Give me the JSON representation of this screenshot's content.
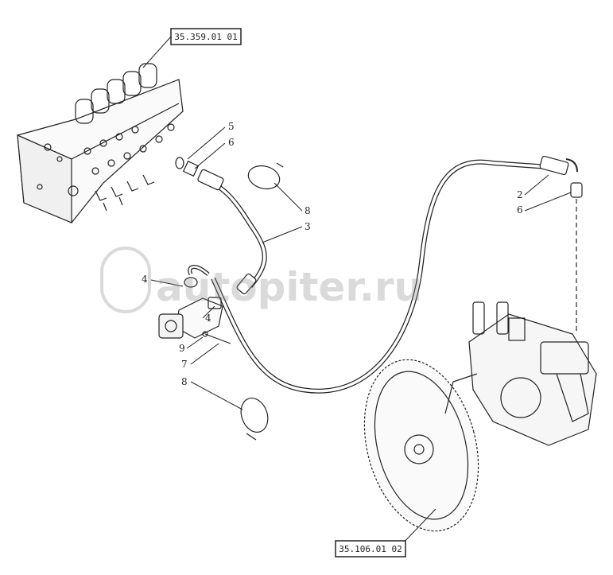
{
  "references": {
    "ref_top": "35.359.01 01",
    "ref_bottom": "35.106.01 02"
  },
  "callouts": {
    "c2": "2",
    "c3": "3",
    "c4a": "4",
    "c4b": "4",
    "c5": "5",
    "c6a": "6",
    "c6b": "6",
    "c7": "7",
    "c8a": "8",
    "c8b": "8",
    "c9": "9"
  },
  "watermark": {
    "text": "autopiter.ru"
  }
}
